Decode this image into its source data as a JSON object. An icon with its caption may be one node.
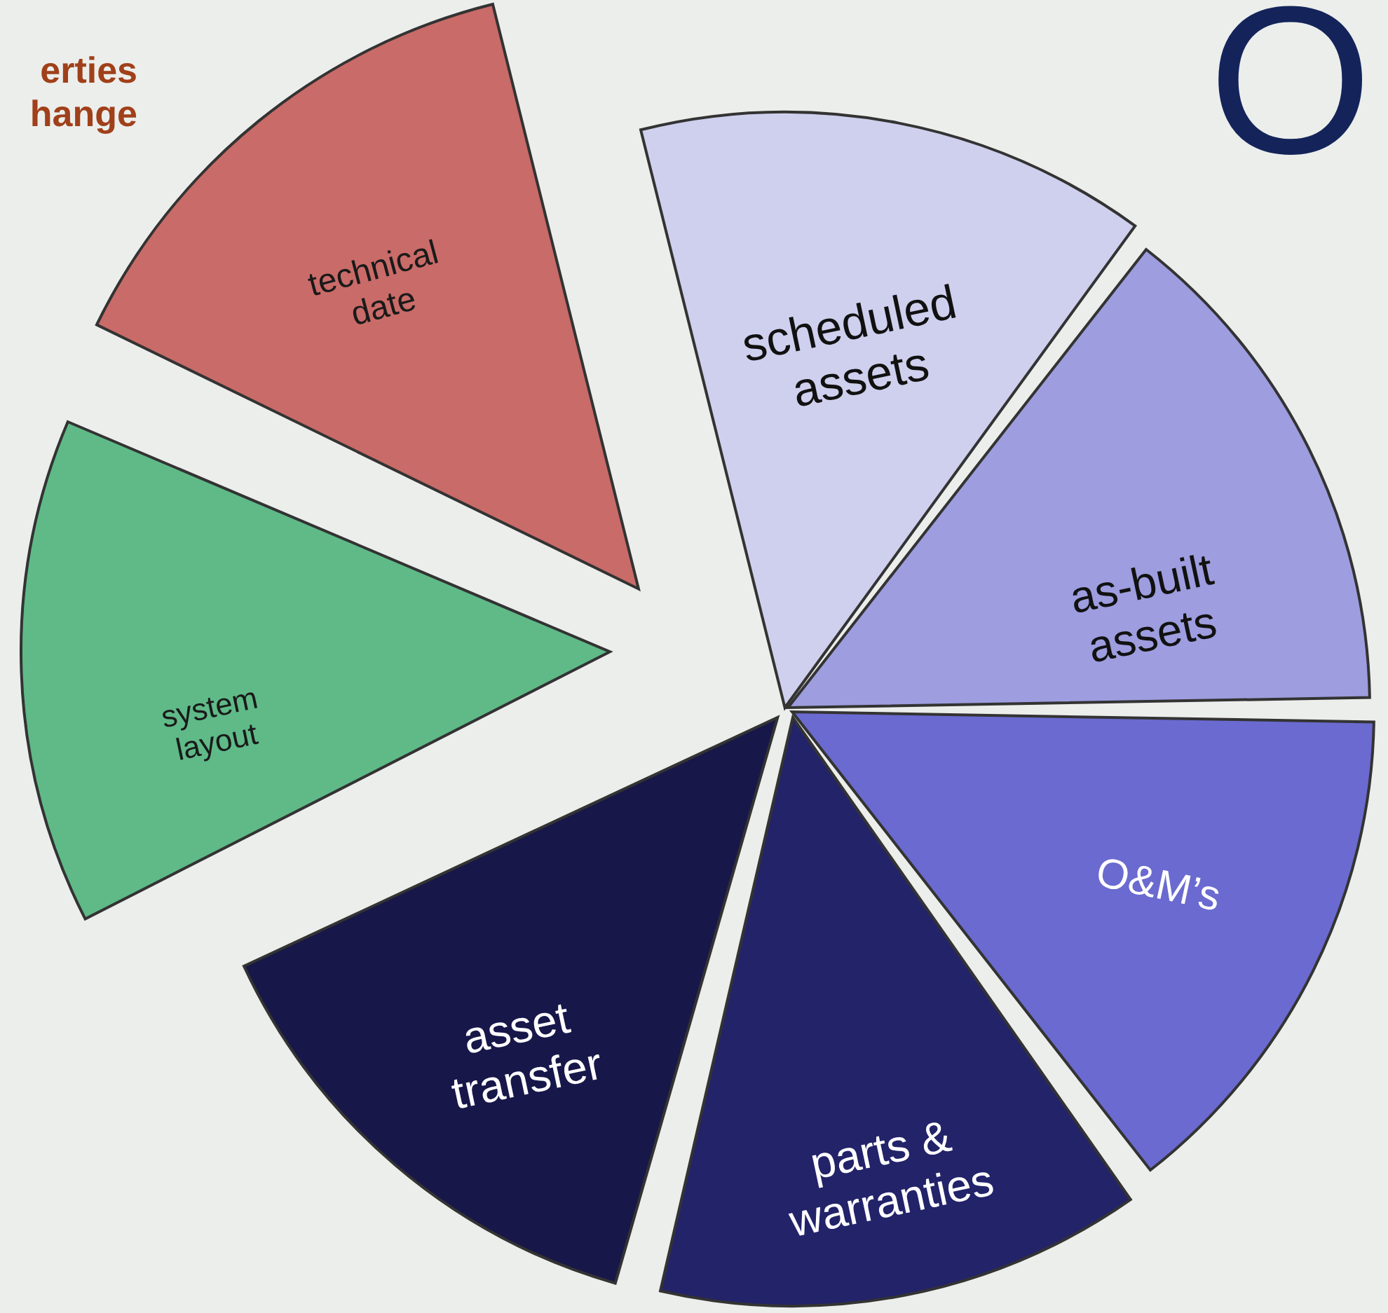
{
  "diagram": {
    "nodes": [
      {
        "text": [
          "technical date"
        ]
      },
      {
        "text": [
          "scheduled assets"
        ]
      },
      {
        "text": [
          "system layout"
        ]
      },
      {
        "text": [
          "as-built assets"
        ]
      },
      {
        "text": [
          "O&M’s"
        ]
      },
      {
        "text": [
          "asset transfer"
        ]
      },
      {
        "text": [
          "parts & warranties"
        ]
      }
    ],
    "edges": [],
    "labels": [
      "erties hange",
      "O"
    ]
  }
}
